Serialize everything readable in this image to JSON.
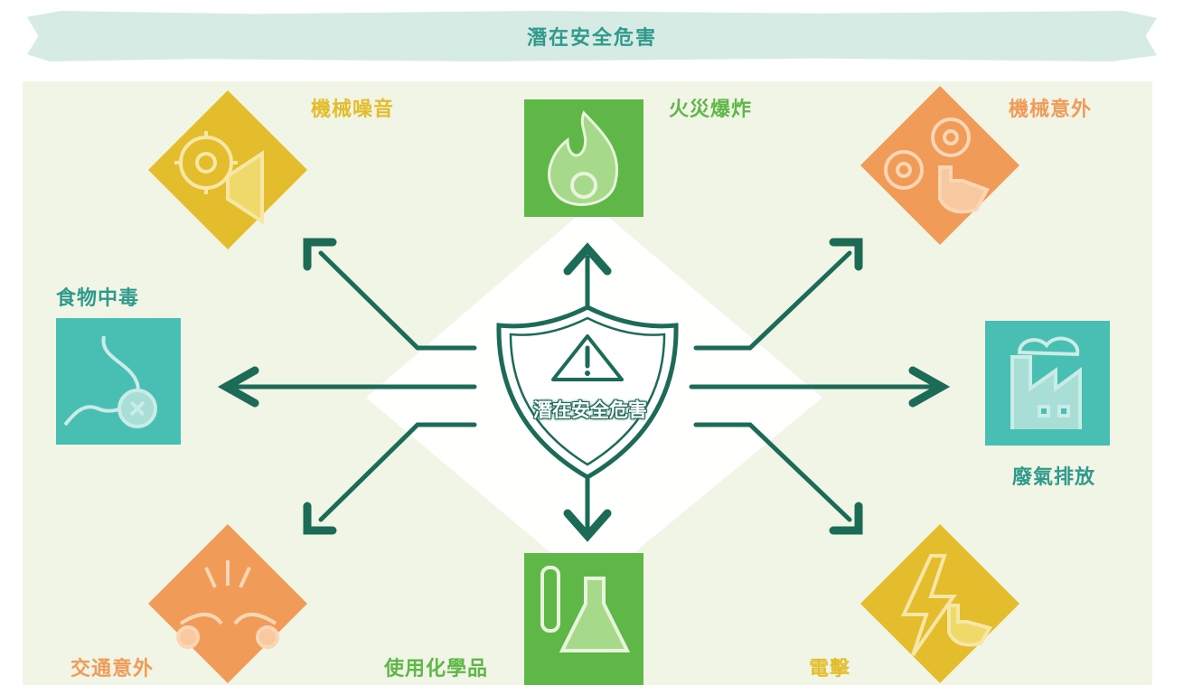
{
  "header": {
    "title": "潛在安全危害"
  },
  "center": {
    "title": "潛在安全危害"
  },
  "hazards": {
    "mechanical_noise": {
      "label": "機械噪音",
      "icon": "gear-megaphone-icon",
      "color": "#e3bd2c"
    },
    "fire_explosion": {
      "label": "火災爆炸",
      "icon": "flame-icon",
      "color": "#5fb748"
    },
    "mechanical_accident": {
      "label": "機械意外",
      "icon": "gears-hand-icon",
      "color": "#f19b58"
    },
    "food_poisoning": {
      "label": "食物中毒",
      "icon": "stomach-icon",
      "color": "#49bfb3"
    },
    "exhaust_gas": {
      "label": "廢氣排放",
      "icon": "factory-icon",
      "color": "#49bfb3"
    },
    "traffic_accident": {
      "label": "交通意外",
      "icon": "car-crash-icon",
      "color": "#f19b58"
    },
    "chemicals": {
      "label": "使用化學品",
      "icon": "flask-icon",
      "color": "#5fb748"
    },
    "electric_shock": {
      "label": "電擊",
      "icon": "lightning-hand-icon",
      "color": "#e3bd2c"
    }
  },
  "colors": {
    "arrow": "#1b6b57",
    "banner_bg": "#d6ebe4",
    "banner_text": "#2f9a8c",
    "panel_bg": "#f1f5e6"
  }
}
